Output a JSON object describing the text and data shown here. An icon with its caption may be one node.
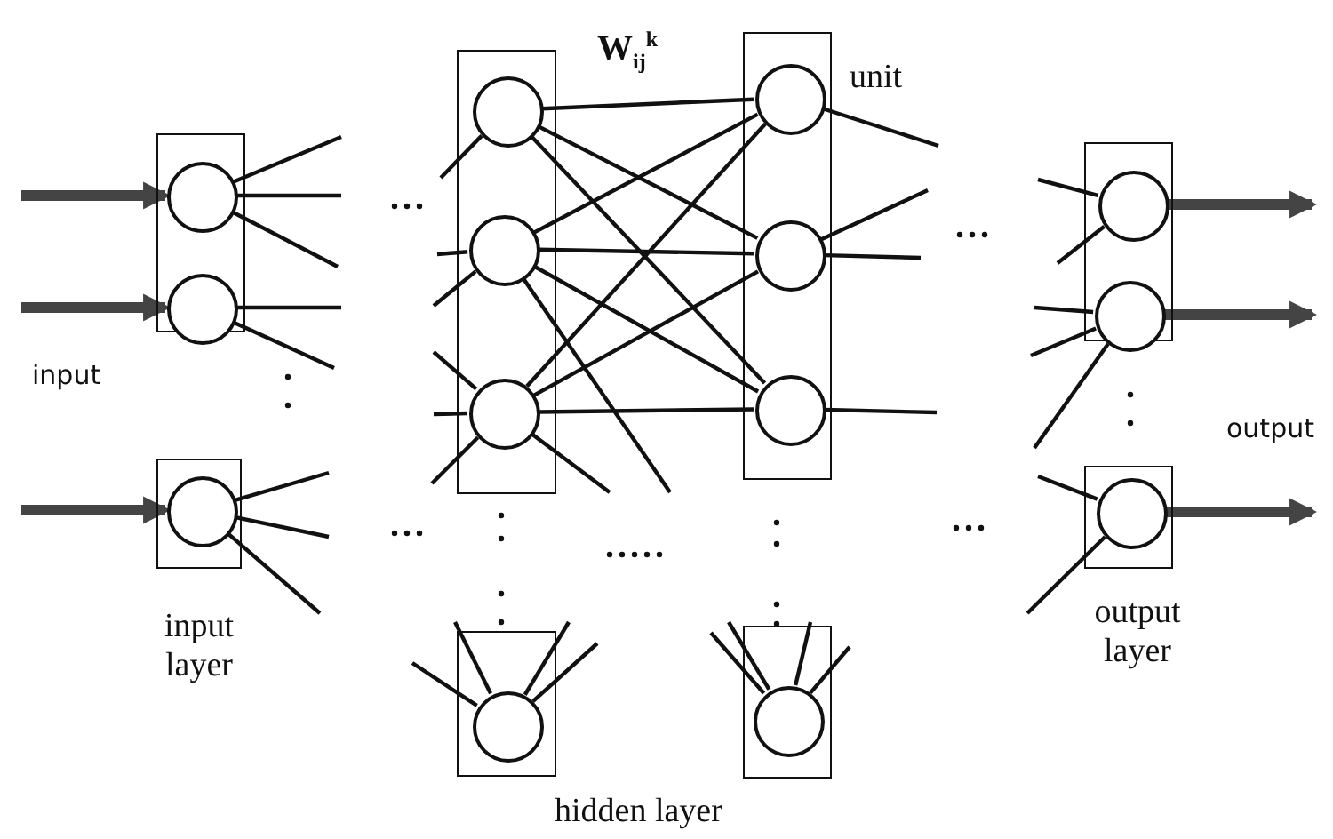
{
  "diagram": {
    "nodes": [
      {
        "text": [],
        "shape": "box"
      },
      {
        "text": [],
        "shape": "circle",
        "in": 0
      },
      {
        "text": [],
        "shape": "circle",
        "in": 0
      },
      {
        "text": [],
        "shape": "box"
      },
      {
        "text": [],
        "shape": "circle",
        "in": 3
      },
      {
        "text": [],
        "shape": "box"
      },
      {
        "text": [],
        "shape": "circle",
        "in": 5
      },
      {
        "text": [],
        "shape": "circle",
        "in": 5
      },
      {
        "text": [],
        "shape": "circle",
        "in": 5
      },
      {
        "text": [],
        "shape": "box"
      },
      {
        "text": [],
        "shape": "circle",
        "in": 9
      },
      {
        "text": [],
        "shape": "circle",
        "in": 9
      },
      {
        "text": [],
        "shape": "circle",
        "in": 9
      },
      {
        "text": [],
        "shape": "box"
      },
      {
        "text": [],
        "shape": "circle",
        "in": 13
      },
      {
        "text": [],
        "shape": "box"
      },
      {
        "text": [],
        "shape": "circle",
        "in": 15
      },
      {
        "text": [],
        "shape": "box"
      },
      {
        "text": [],
        "shape": "circle",
        "in": 17
      },
      {
        "text": [],
        "shape": "circle",
        "in": 17
      },
      {
        "text": [],
        "shape": "box"
      },
      {
        "text": [],
        "shape": "circle",
        "in": 20
      }
    ],
    "edges": [
      {
        "from": null,
        "to": 1,
        "arrow": "to",
        "style": "thick"
      },
      {
        "from": null,
        "to": 2,
        "arrow": "to",
        "style": "thick"
      },
      {
        "from": null,
        "to": 4,
        "arrow": "to",
        "style": "thick"
      },
      {
        "from": 1,
        "to": null,
        "arrow": "none"
      },
      {
        "from": 1,
        "to": null,
        "arrow": "none"
      },
      {
        "from": 1,
        "to": null,
        "arrow": "none"
      },
      {
        "from": 2,
        "to": null,
        "arrow": "none"
      },
      {
        "from": 2,
        "to": null,
        "arrow": "none"
      },
      {
        "from": 4,
        "to": null,
        "arrow": "none"
      },
      {
        "from": 4,
        "to": null,
        "arrow": "none"
      },
      {
        "from": 4,
        "to": null,
        "arrow": "none"
      },
      {
        "from": null,
        "to": 6,
        "arrow": "none"
      },
      {
        "from": null,
        "to": 7,
        "arrow": "none"
      },
      {
        "from": null,
        "to": 7,
        "arrow": "none"
      },
      {
        "from": null,
        "to": 8,
        "arrow": "none"
      },
      {
        "from": null,
        "to": 8,
        "arrow": "none"
      },
      {
        "from": null,
        "to": 8,
        "arrow": "none"
      },
      {
        "from": 6,
        "to": 10,
        "arrow": "none"
      },
      {
        "from": 6,
        "to": 11,
        "arrow": "none"
      },
      {
        "from": 6,
        "to": 12,
        "arrow": "none"
      },
      {
        "from": 7,
        "to": 10,
        "arrow": "none"
      },
      {
        "from": 7,
        "to": 11,
        "arrow": "none"
      },
      {
        "from": 7,
        "to": 12,
        "arrow": "none"
      },
      {
        "from": 8,
        "to": 10,
        "arrow": "none"
      },
      {
        "from": 8,
        "to": 11,
        "arrow": "none"
      },
      {
        "from": 8,
        "to": 12,
        "arrow": "none"
      },
      {
        "from": 7,
        "to": null,
        "arrow": "none"
      },
      {
        "from": 8,
        "to": null,
        "arrow": "none"
      },
      {
        "from": 10,
        "to": null,
        "arrow": "none"
      },
      {
        "from": 11,
        "to": null,
        "arrow": "none"
      },
      {
        "from": 11,
        "to": null,
        "arrow": "none"
      },
      {
        "from": 12,
        "to": null,
        "arrow": "none"
      },
      {
        "from": null,
        "to": 14,
        "arrow": "none"
      },
      {
        "from": null,
        "to": 14,
        "arrow": "none"
      },
      {
        "from": 14,
        "to": null,
        "arrow": "none"
      },
      {
        "from": 14,
        "to": null,
        "arrow": "none"
      },
      {
        "from": null,
        "to": 16,
        "arrow": "none"
      },
      {
        "from": null,
        "to": 16,
        "arrow": "none"
      },
      {
        "from": 16,
        "to": null,
        "arrow": "none"
      },
      {
        "from": 16,
        "to": null,
        "arrow": "none"
      },
      {
        "from": null,
        "to": 18,
        "arrow": "none"
      },
      {
        "from": null,
        "to": 18,
        "arrow": "none"
      },
      {
        "from": null,
        "to": 19,
        "arrow": "none"
      },
      {
        "from": null,
        "to": 19,
        "arrow": "none"
      },
      {
        "from": null,
        "to": 19,
        "arrow": "none"
      },
      {
        "from": null,
        "to": 21,
        "arrow": "none"
      },
      {
        "from": null,
        "to": 21,
        "arrow": "none"
      },
      {
        "from": 18,
        "to": null,
        "arrow": "to",
        "style": "thick"
      },
      {
        "from": 19,
        "to": null,
        "arrow": "to",
        "style": "thick"
      },
      {
        "from": 21,
        "to": null,
        "arrow": "to",
        "style": "thick"
      }
    ],
    "labels": [
      "W$_{ij}$$^{k}$",
      "unit",
      "input",
      "output",
      "input layer",
      "output layer",
      "hidden layer"
    ]
  }
}
